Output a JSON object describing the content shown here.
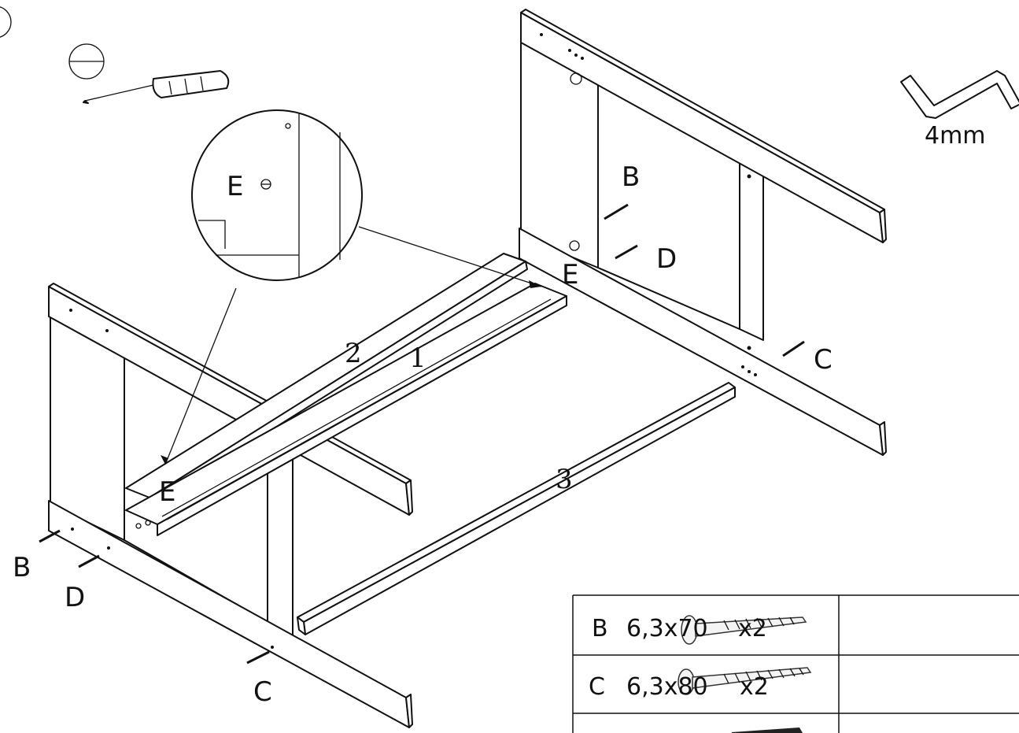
{
  "tools": {
    "screwdriver_icon": "flat-screwdriver-icon",
    "hex_key_icon": "hex-key-icon",
    "hex_key_size": "4mm"
  },
  "detail_view": {
    "label": "E"
  },
  "part_numbers": {
    "p1": "1",
    "p2": "2",
    "p3": "3"
  },
  "fastener_labels": {
    "right_B": "B",
    "right_D": "D",
    "right_C": "C",
    "right_E": "E",
    "left_B": "B",
    "left_D": "D",
    "left_C": "C",
    "left_E": "E"
  },
  "parts_table": {
    "rows": [
      {
        "letter": "B",
        "spec": "6,3x70",
        "qty": "x2",
        "icon": "wood-screw-icon"
      },
      {
        "letter": "C",
        "spec": "6,3x80",
        "qty": "x2",
        "icon": "wood-screw-icon"
      }
    ]
  }
}
